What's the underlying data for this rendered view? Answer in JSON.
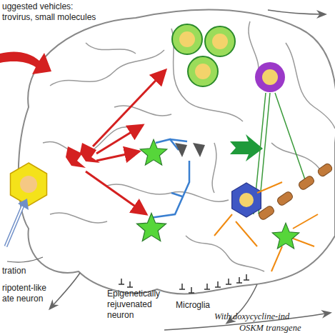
{
  "diagram": {
    "labels": [
      "uggested vehicles:",
      "trovirus, small molecules",
      "tration",
      "ripotent-like ate neuron",
      "Epigenetically rejuvenated neuron",
      "Microglia",
      "With doxycycline-ind",
      "OSKM transgene"
    ]
  }
}
